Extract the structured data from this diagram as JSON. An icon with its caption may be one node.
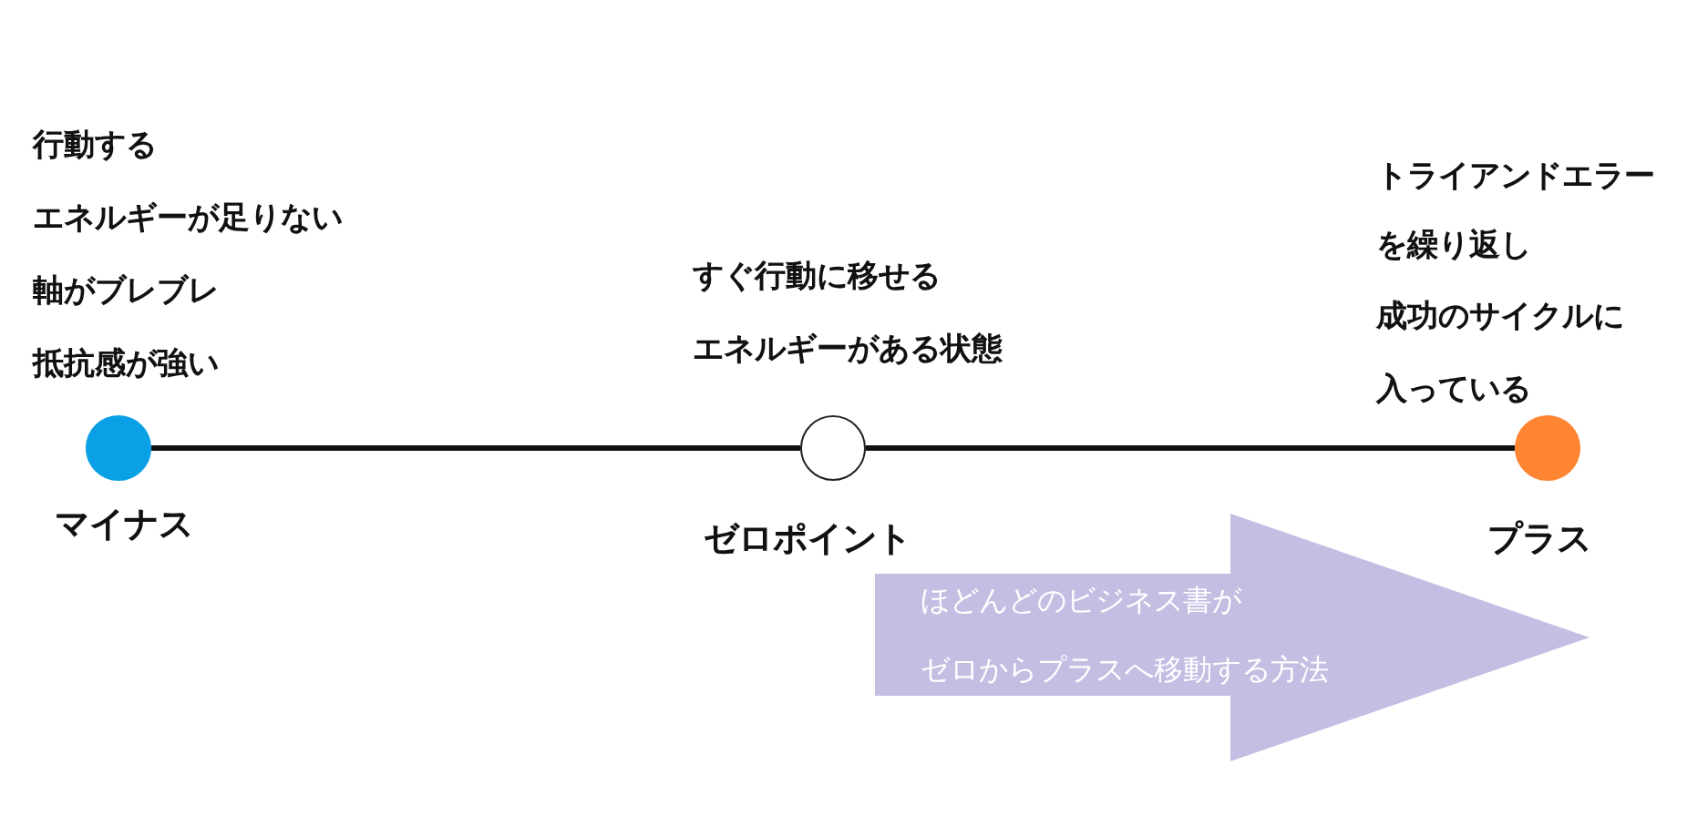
{
  "diagram": {
    "nodes": [
      {
        "text": [
          "マイナス"
        ],
        "beside": [
          "行動する",
          "エネルギーが足りない",
          "軸がブレブレ",
          "抵抗感が強い"
        ]
      },
      {
        "text": [
          "ゼロポイント"
        ],
        "beside": [
          "すぐ行動に移せる",
          "エネルギーがある状態"
        ]
      },
      {
        "text": [
          "プラス"
        ],
        "beside": [
          "トライアンドエラー",
          "を繰り返し",
          "成功のサイクルに",
          "入っている"
        ]
      },
      {
        "text": [
          "ほどんどのビジネス書が",
          "ゼロからプラスへ移動する方法"
        ]
      }
    ],
    "edges": [
      {
        "from": 0,
        "to": 1,
        "arrow": "none"
      },
      {
        "from": 1,
        "to": 2,
        "arrow": "none"
      }
    ]
  }
}
